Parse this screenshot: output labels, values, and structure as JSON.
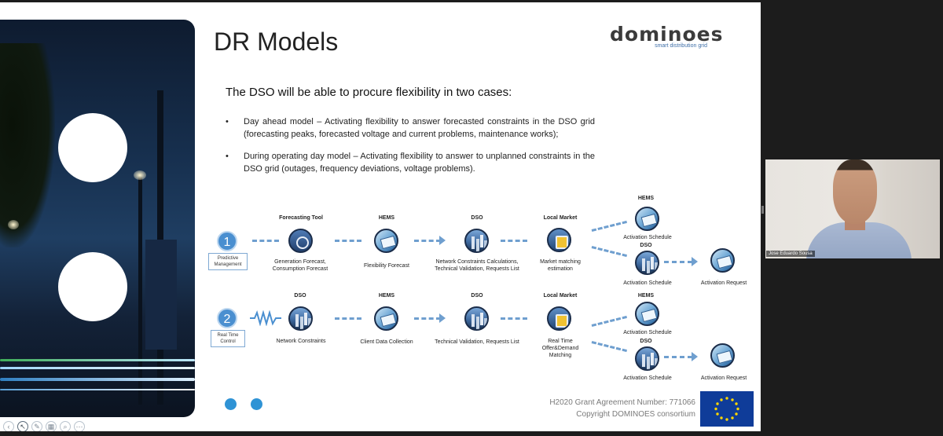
{
  "slide": {
    "title": "DR Models",
    "logo": {
      "word": "dominoes",
      "tagline": "smart distribution grid"
    },
    "intro": "The DSO will be able to procure flexibility in two cases:",
    "bullets": [
      "Day ahead model – Activating flexibility to answer forecasted constraints in the DSO grid (forecasting peaks, forecasted voltage and current problems, maintenance works);",
      "During operating day model – Activating flexibility to answer to unplanned constraints in the DSO grid (outages, frequency deviations, voltage problems)."
    ],
    "bullet_symbol": "•",
    "footer": {
      "grant": "H2020 Grant Agreement Number:  771066",
      "copyright": "Copyright DOMINOES consortium"
    }
  },
  "diagram": {
    "row1": {
      "number": "1",
      "box_label": "Predictive Management",
      "stages": [
        {
          "head": "Forecasting Tool",
          "label": "Generation Forecast,\nConsumption Forecast",
          "icon": "forecast-tool-icon"
        },
        {
          "head": "HEMS",
          "label": "Flexibility Forecast",
          "icon": "hems-icon"
        },
        {
          "head": "DSO",
          "label": "Network Constraints Calculations,\nTechnical Validation, Requests List",
          "icon": "dso-city-icon"
        },
        {
          "head": "Local Market",
          "label": "Market matching\nestimation",
          "icon": "market-icon"
        }
      ],
      "outputs": [
        {
          "head": "HEMS",
          "label": "Activation Schedule"
        },
        {
          "head": "DSO",
          "label": "Activation Schedule"
        },
        {
          "head": "",
          "label": "Activation Request"
        }
      ]
    },
    "row2": {
      "number": "2",
      "box_label": "Real Time Control",
      "stages": [
        {
          "head": "DSO",
          "label": "Network Constraints",
          "icon": "dso-city-icon"
        },
        {
          "head": "HEMS",
          "label": "Client Data Collection",
          "icon": "hems-icon"
        },
        {
          "head": "DSO",
          "label": "Technical Validation, Requests List",
          "icon": "dso-city-icon"
        },
        {
          "head": "Local Market",
          "label": "Real Time\nOffer&Demand\nMatching",
          "icon": "market-icon"
        }
      ],
      "outputs": [
        {
          "head": "HEMS",
          "label": "Activation Schedule"
        },
        {
          "head": "DSO",
          "label": "Activation Schedule"
        },
        {
          "head": "",
          "label": "Activation Request"
        }
      ]
    }
  },
  "video": {
    "participant_name": "Jose Eduardo Sousa"
  },
  "colors": {
    "accent": "#2f93d5",
    "arrow": "#6f9fcf",
    "eu_blue": "#0f3c99",
    "eu_star": "#ffd700"
  }
}
